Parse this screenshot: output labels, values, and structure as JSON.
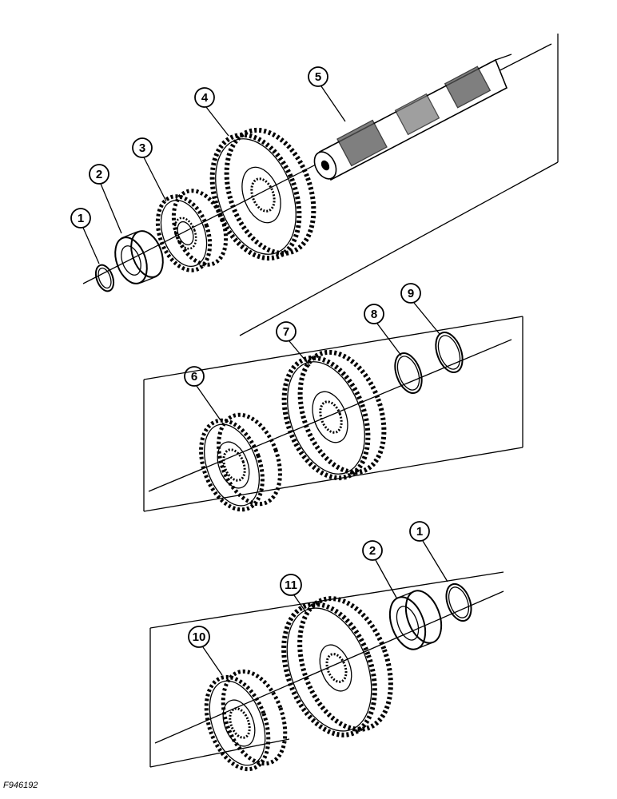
{
  "figure_id": "F946192",
  "colors": {
    "ink": "#000000",
    "paper": "#ffffff"
  },
  "callouts": {
    "c1a": "1",
    "c2a": "2",
    "c3": "3",
    "c4": "4",
    "c5": "5",
    "c6": "6",
    "c7": "7",
    "c8": "8",
    "c9": "9",
    "c10": "10",
    "c11": "11",
    "c2b": "2",
    "c1b": "1"
  }
}
